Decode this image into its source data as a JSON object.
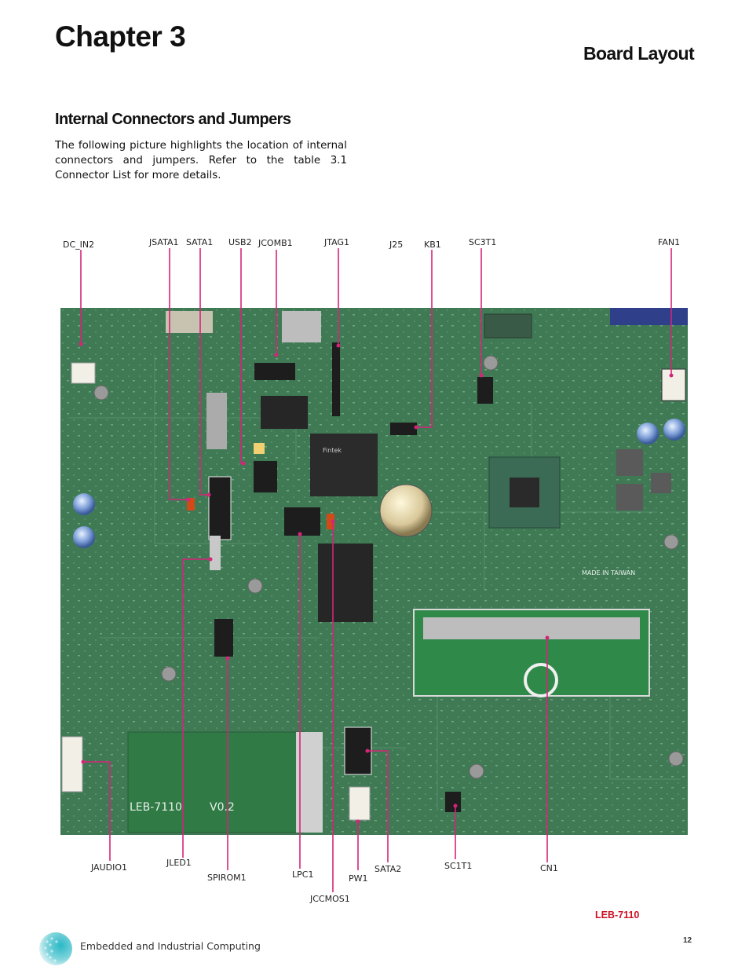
{
  "header": {
    "chapter": "Chapter 3",
    "section": "Board Layout"
  },
  "content": {
    "subtitle": "Internal Connectors and Jumpers",
    "intro": "The following picture highlights the location of internal connectors and jumpers. Refer to the table 3.1 Connector List for more details."
  },
  "board": {
    "silkscreen_model": "LEB-7110",
    "silkscreen_version": "V0.2",
    "silkscreen_origin": "MADE IN TAIWAN",
    "chip_vendor": "Fintek",
    "top_labels": {
      "dc_in2": "DC_IN2",
      "jsata1": "JSATA1",
      "sata1": "SATA1",
      "usb2": "USB2",
      "jcomb1": "JCOMB1",
      "jtag1": "JTAG1",
      "j25": "J25",
      "kb1": "KB1",
      "sc3t1": "SC3T1",
      "fan1": "FAN1"
    },
    "bottom_labels": {
      "jaudio1": "JAUDIO1",
      "jled1": "JLED1",
      "spirom1": "SPIROM1",
      "lpc1": "LPC1",
      "pw1": "PW1",
      "jccmos1": "JCCMOS1",
      "sata2": "SATA2",
      "sc1t1": "SC1T1",
      "cn1": "CN1"
    },
    "leader_color": "#d6247a",
    "pcb_color": "#3f7a55"
  },
  "footer": {
    "model": "LEB-7110",
    "company": "Embedded and Industrial Computing",
    "page": "12"
  }
}
